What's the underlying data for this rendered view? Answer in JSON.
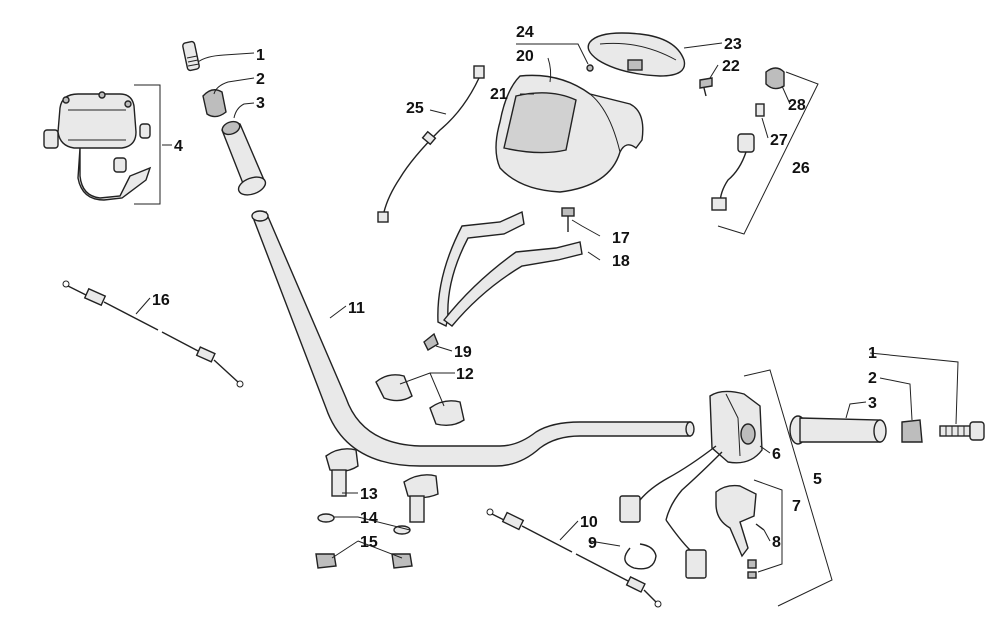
{
  "callouts": {
    "c1_top": "1",
    "c2_top": "2",
    "c3_top": "3",
    "c4": "4",
    "c5": "5",
    "c6": "6",
    "c7": "7",
    "c8": "8",
    "c9": "9",
    "c10": "10",
    "c11": "11",
    "c12": "12",
    "c13": "13",
    "c14": "14",
    "c15": "15",
    "c16": "16",
    "c17": "17",
    "c18": "18",
    "c19": "19",
    "c20": "20",
    "c21": "21",
    "c22": "22",
    "c23": "23",
    "c24": "24",
    "c25": "25",
    "c26": "26",
    "c27": "27",
    "c28": "28",
    "c1_right": "1",
    "c2_right": "2",
    "c3_right": "3"
  }
}
